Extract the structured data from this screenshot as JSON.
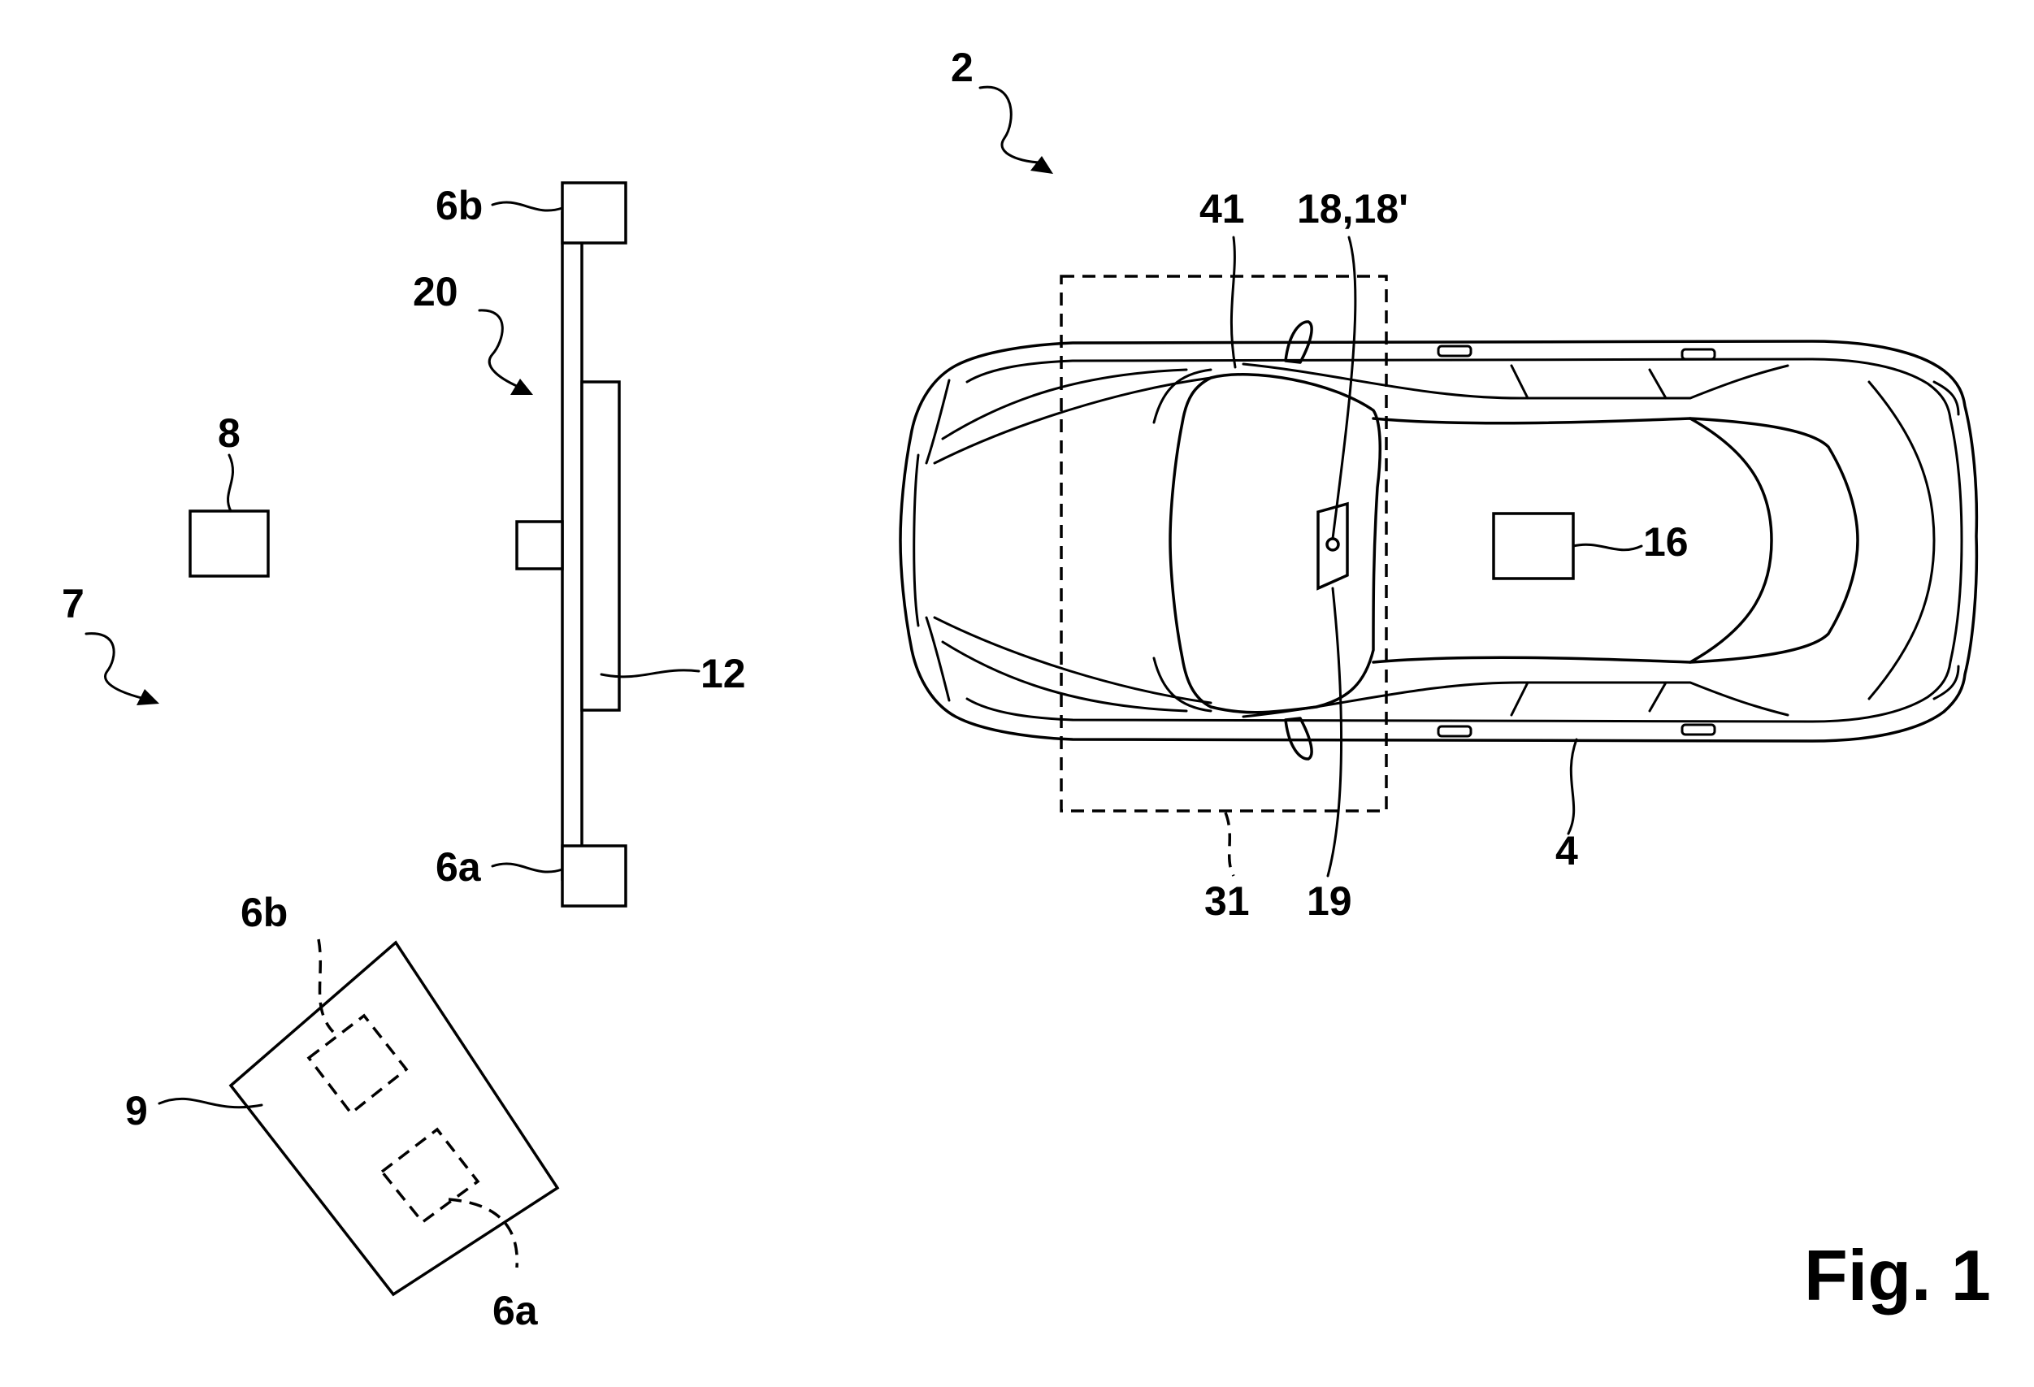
{
  "figure": {
    "caption": "Fig. 1",
    "labels": {
      "vehicle_system": "2",
      "vehicle": "4",
      "target_bottom": "6a",
      "target_top": "6b",
      "arrangement": "7",
      "unit_8": "8",
      "portable_device": "9",
      "display_panel": "12",
      "control_unit": "16",
      "camera": "18,18'",
      "camera_mount": "19",
      "calibration_stand": "20",
      "detection_region": "31",
      "windshield": "41",
      "device_target_top": "6b",
      "device_target_bottom": "6a"
    }
  }
}
